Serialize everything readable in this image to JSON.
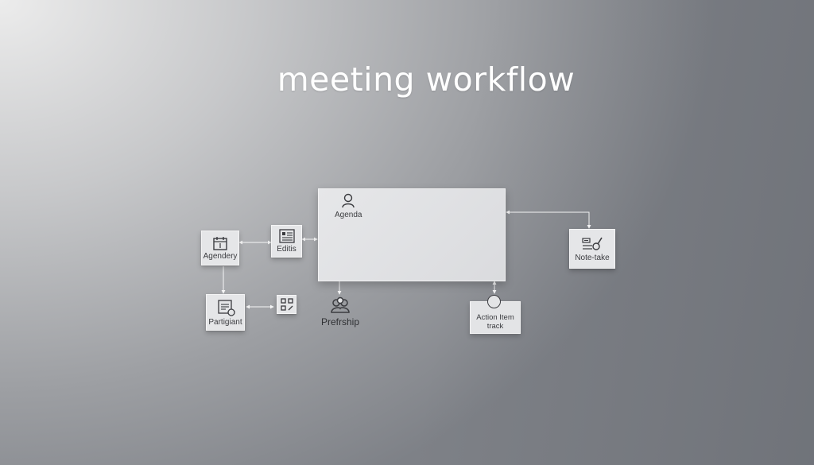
{
  "title": "meeting workflow",
  "nodes": {
    "agendery": {
      "label": "Agendery",
      "icon": "calendar-icon"
    },
    "editis": {
      "label": "Editis",
      "icon": "document-list-icon"
    },
    "agenda": {
      "label": "Agenda",
      "icon": "person-icon"
    },
    "notetake": {
      "label": "Note-take",
      "icon": "note-pen-icon"
    },
    "participant": {
      "label": "Partigiant",
      "icon": "form-person-icon"
    },
    "grid": {
      "label": "",
      "icon": "grid-icon"
    },
    "prefrship": {
      "label": "Prefrship",
      "icon": "group-icon"
    },
    "action_item": {
      "line1": "Action Item",
      "line2": "track",
      "icon": "circle-icon"
    }
  },
  "colors": {
    "background_light": "#ececec",
    "background_dark": "#7e8187",
    "node_fill": "#e5e6e8",
    "title_text": "#ffffff",
    "connector": "#ffffff"
  }
}
